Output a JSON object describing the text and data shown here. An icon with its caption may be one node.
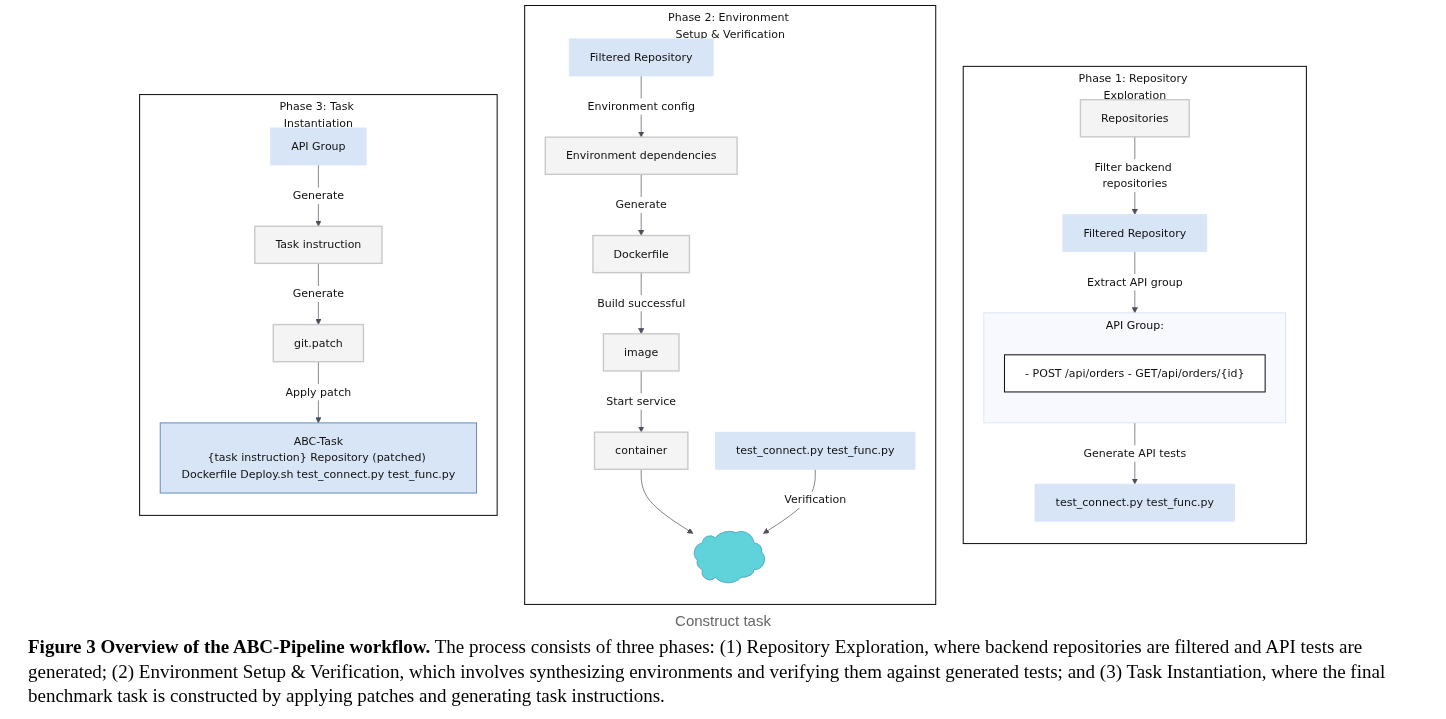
{
  "diagram": {
    "nodes": [
      {
        "text": [
          "Phase 1: Repository Exploration"
        ]
      },
      {
        "text": [
          "Repositories"
        ],
        "in": 0
      },
      {
        "text": [
          "Filtered Repository"
        ],
        "in": 0
      },
      {
        "text": [
          "API Group:"
        ],
        "in": 0
      },
      {
        "text": [
          "- POST /api/orders - GET/api/orders/{id}"
        ],
        "in": 3
      },
      {
        "text": [
          "test_connect.py test_func.py"
        ],
        "in": 0
      },
      {
        "text": [
          "Phase 2: Environment Setup & Verification"
        ]
      },
      {
        "text": [
          "Filtered Repository"
        ],
        "in": 6
      },
      {
        "text": [
          "Environment dependencies"
        ],
        "in": 6
      },
      {
        "text": [
          "Dockerfile"
        ],
        "in": 6
      },
      {
        "text": [
          "image"
        ],
        "in": 6
      },
      {
        "text": [
          "container"
        ],
        "in": 6
      },
      {
        "text": [
          "test_connect.py test_func.py"
        ],
        "in": 6
      },
      {
        "text": [],
        "shape": "cloud",
        "in": 6
      },
      {
        "text": [
          "Phase 3: Task Instantiation"
        ]
      },
      {
        "text": [
          "API Group"
        ],
        "in": 14
      },
      {
        "text": [
          "Task instruction"
        ],
        "in": 14
      },
      {
        "text": [
          "git.patch"
        ],
        "in": 14
      },
      {
        "text": [
          "ABC-Task",
          "{task instruction} Repository (patched) Dockerfile Deploy.sh test_connect.py test_func.py"
        ],
        "in": 14
      }
    ],
    "edges": [
      {
        "from": 1,
        "to": 2,
        "arrow": "to",
        "label": "Filter backend repositories"
      },
      {
        "from": 2,
        "to": 3,
        "arrow": "to",
        "label": "Extract API group"
      },
      {
        "from": 3,
        "to": 5,
        "arrow": "to",
        "label": "Generate API tests"
      },
      {
        "from": 7,
        "to": 8,
        "arrow": "to",
        "label": "Environment config"
      },
      {
        "from": 8,
        "to": 9,
        "arrow": "to",
        "label": "Generate"
      },
      {
        "from": 9,
        "to": 10,
        "arrow": "to",
        "label": "Build successful"
      },
      {
        "from": 10,
        "to": 11,
        "arrow": "to",
        "label": "Start service"
      },
      {
        "from": 11,
        "to": 13,
        "arrow": "to"
      },
      {
        "from": 12,
        "to": 13,
        "arrow": "to",
        "label": "Verification"
      },
      {
        "from": 15,
        "to": 16,
        "arrow": "to",
        "label": "Generate"
      },
      {
        "from": 16,
        "to": 17,
        "arrow": "to",
        "label": "Generate"
      },
      {
        "from": 17,
        "to": 18,
        "arrow": "to",
        "label": "Apply patch"
      }
    ],
    "labels": [
      "Construct task"
    ],
    "caption": "**Figure 3 Overview of the ABC-Pipeline workflow.** The process consists of three phases: (1) Repository Exploration, where backend repositories are filtered and API tests are generated; (2) Environment Setup & Verification, which involves synthesizing environments and verifying them against generated tests; and (3) Task Instantiation, where the final benchmark task is constructed by applying patches and generating task instructions."
  }
}
